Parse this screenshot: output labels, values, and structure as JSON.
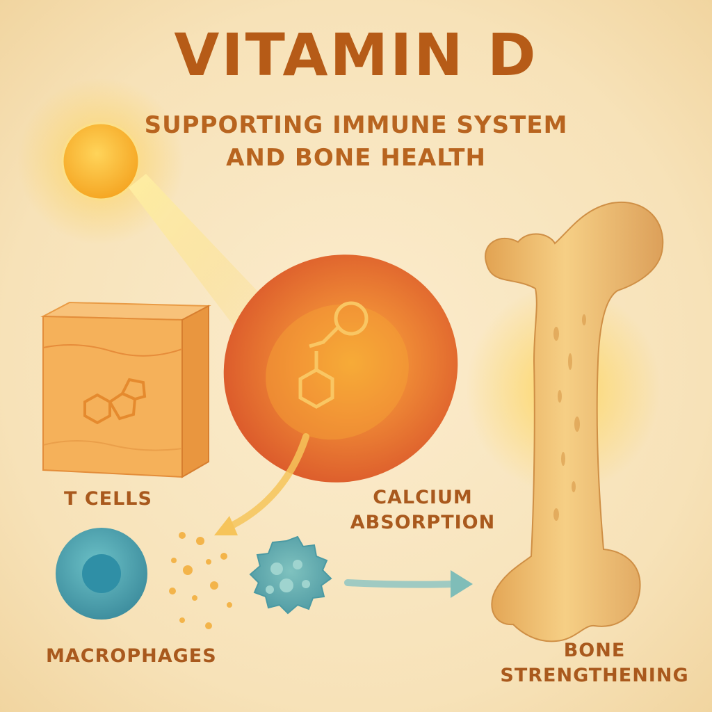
{
  "title": "VITAMIN D",
  "subtitle_line1": "SUPPORTING IMMUNE SYSTEM",
  "subtitle_line2": "AND BONE HEALTH",
  "labels": {
    "t_cells": "T CELLS",
    "calcium_line1": "CALCIUM",
    "calcium_line2": "ABSORPTION",
    "macrophages": "MACROPHAGES",
    "bone_line1": "BONE",
    "bone_line2": "STRENGTHENING"
  },
  "colors": {
    "background": "#f8e7c3",
    "title": "#b65b17",
    "sun": "#f7b02c",
    "red_blood_cell": "#e2612c",
    "skin_cube": "#f5b15a",
    "macrophage": "#4aa6b0",
    "bone": "#f0c47a"
  }
}
